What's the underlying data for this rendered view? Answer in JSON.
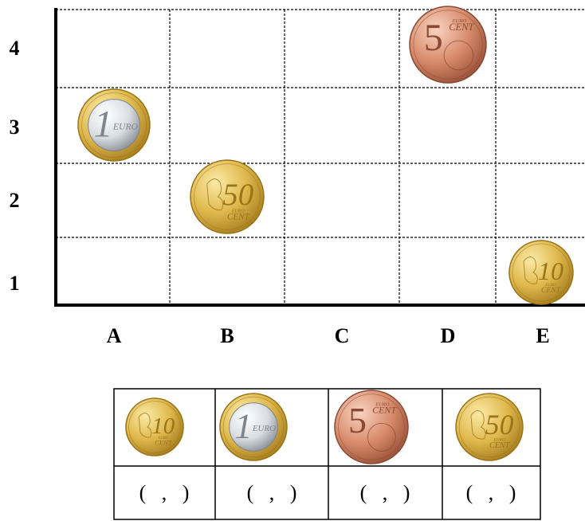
{
  "grid": {
    "columns": [
      "A",
      "B",
      "C",
      "D",
      "E"
    ],
    "rows": [
      "4",
      "3",
      "2",
      "1"
    ],
    "placed_coins": [
      {
        "coin": "one_euro",
        "column": "A",
        "row": "3"
      },
      {
        "coin": "fifty_cent",
        "column": "B",
        "row": "2"
      },
      {
        "coin": "five_cent",
        "column": "D",
        "row": "4"
      },
      {
        "coin": "ten_cent",
        "column": "E",
        "row": "1"
      }
    ]
  },
  "coins": {
    "one_euro": {
      "value": "1",
      "text": "EURO",
      "icon": "one-euro-coin-icon"
    },
    "fifty_cent": {
      "value": "50",
      "text": "CENT",
      "small": "EURO",
      "icon": "fifty-cent-coin-icon"
    },
    "five_cent": {
      "value": "5",
      "text": "CENT",
      "small": "EURO",
      "icon": "five-cent-coin-icon"
    },
    "ten_cent": {
      "value": "10",
      "text": "CENT",
      "small": "EURO",
      "icon": "ten-cent-coin-icon"
    }
  },
  "answer_table": {
    "coins": [
      "ten_cent",
      "one_euro",
      "five_cent",
      "fifty_cent"
    ],
    "cells": [
      "(   ,   )",
      "(   ,   )",
      "(   ,   )",
      "(   ,   )"
    ]
  },
  "colors": {
    "gold": "#e0b94e",
    "gold_dark": "#9a7417",
    "copper": "#d98e6e",
    "copper_dark": "#8a4a33",
    "silver": "#d9dde2",
    "silver_dark": "#7d848c"
  }
}
